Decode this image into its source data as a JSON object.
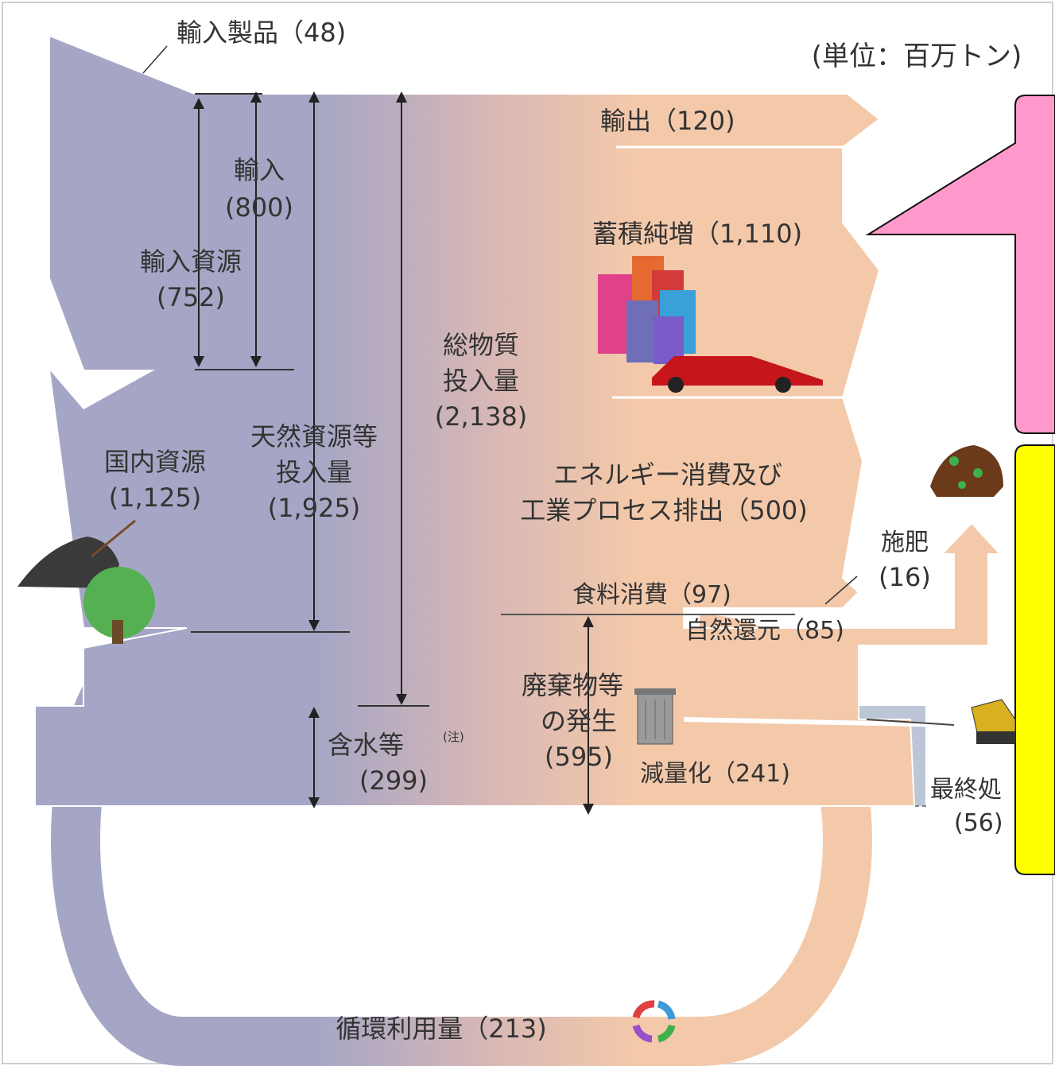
{
  "unit_note": "(単位：百万トン)",
  "labels": {
    "imported_products": "輸入製品（48)",
    "import_title": "輸入",
    "import_value": "(800)",
    "import_resources_title": "輸入資源",
    "import_resources_value": "(752)",
    "domestic_title": "国内資源",
    "domestic_value": "(1,125)",
    "natural_title_1": "天然資源等",
    "natural_title_2": "投入量",
    "natural_value": "(1,925)",
    "total_title_1": "総物質",
    "total_title_2": "投入量",
    "total_value": "(2,138)",
    "export": "輸出（120)",
    "accumulation": "蓄積純増（1,110)",
    "energy_1": "エネルギー消費及び",
    "energy_2": "工業プロセス排出（500)",
    "fertilizer_title": "施肥",
    "fertilizer_value": "(16)",
    "food": "食料消費（97)",
    "natural_return": "自然還元（85)",
    "waste_1": "廃棄物等",
    "waste_2": "の発生",
    "waste_value": "(595)",
    "water_title": "含水等",
    "water_note": "(注)",
    "water_value": "(299)",
    "reduction": "減量化（241)",
    "final_disposal_title": "最終処",
    "final_disposal_value": "(56)",
    "recycling": "循環利用量（213)"
  },
  "callouts": {
    "pink": {
      "color": "#ff99cc"
    },
    "yellow": {
      "color": "#ffff00"
    }
  },
  "colors": {
    "input_flow": "#a5a6c5",
    "output_flow": "#f3c9aa",
    "water_band": "#b9d4d6",
    "outline": "#ffffff",
    "arrow": "#222222",
    "text": "#333333"
  }
}
